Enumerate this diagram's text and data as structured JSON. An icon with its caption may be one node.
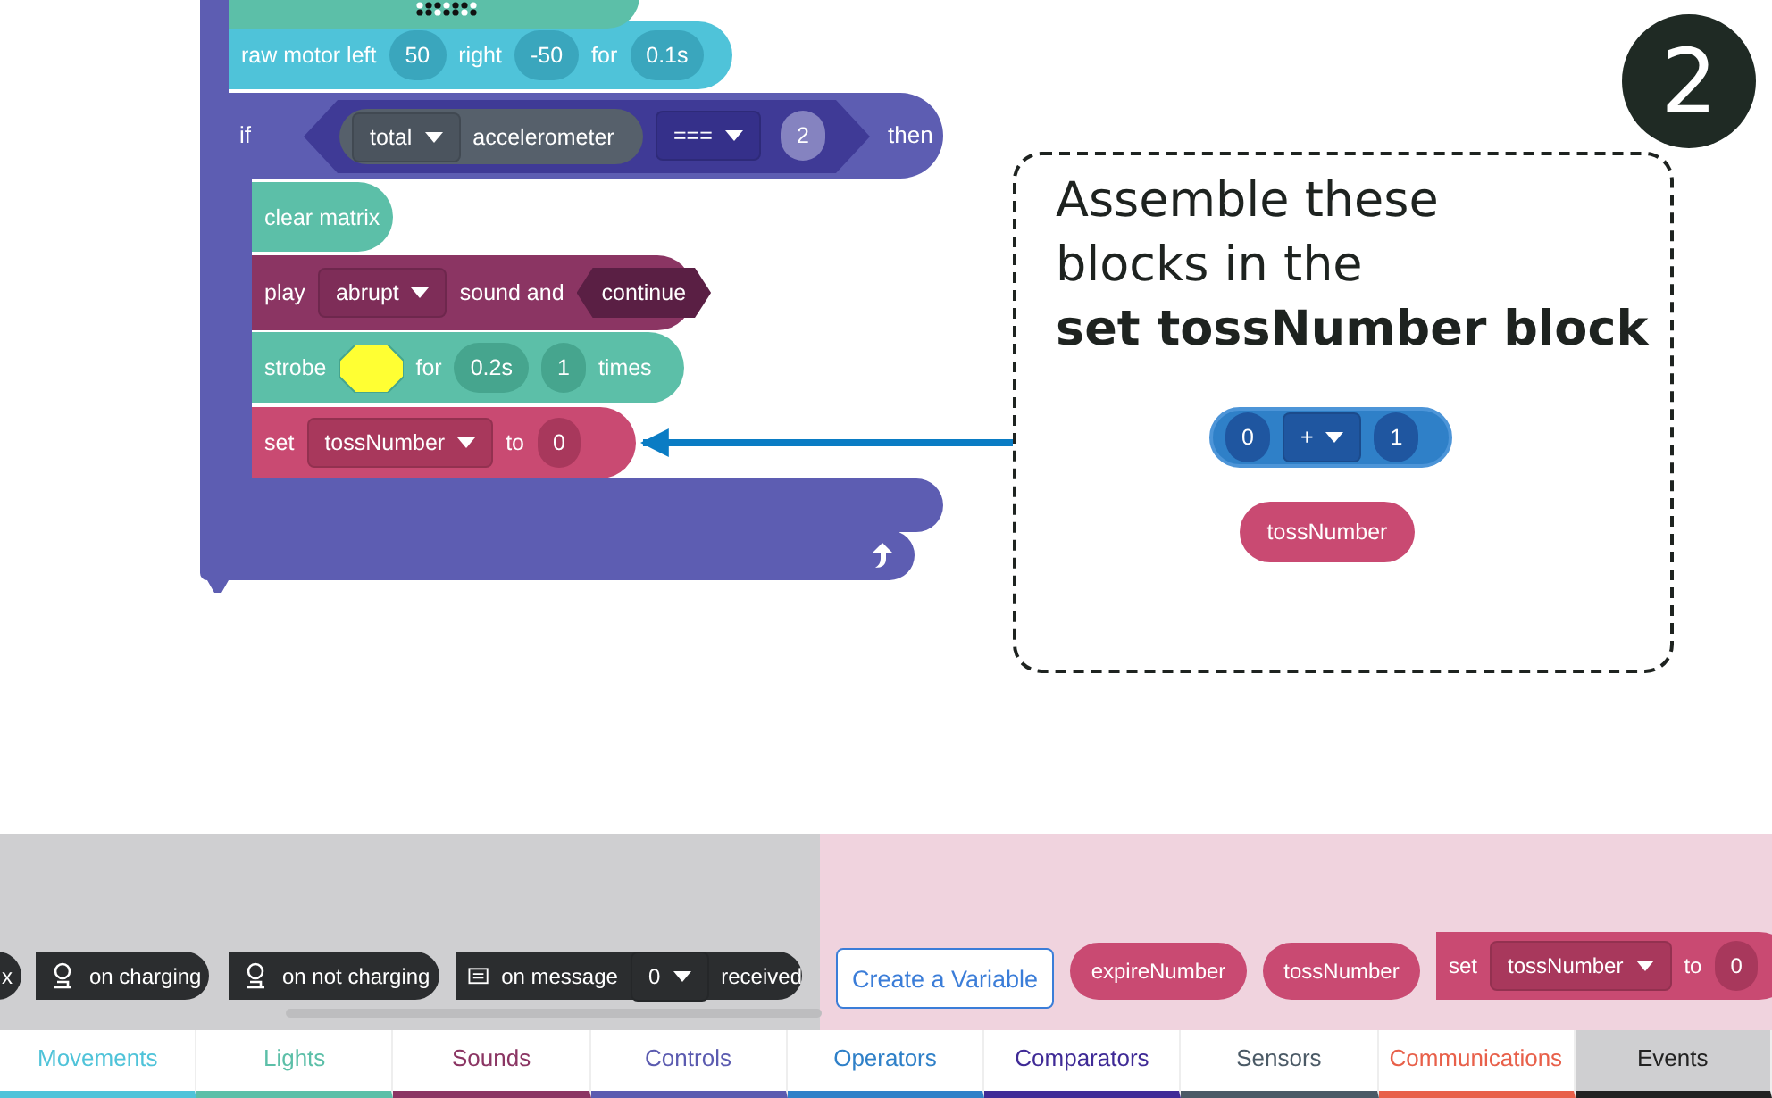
{
  "diagram": {
    "nodes": [
      {
        "text": [
          "raw motor left",
          "50",
          "right",
          "-50",
          "for",
          "0.1s"
        ]
      },
      {
        "text": [
          "if",
          "then"
        ]
      },
      {
        "text": [
          "===",
          "2"
        ],
        "in": 1
      },
      {
        "text": [
          "total",
          "accelerometer"
        ],
        "in": 2
      },
      {
        "text": [
          "clear matrix"
        ],
        "in": 1
      },
      {
        "text": [
          "play",
          "abrupt",
          "sound and",
          "continue"
        ],
        "in": 1
      },
      {
        "text": [
          "strobe",
          "for",
          "0.2s",
          "1",
          "times"
        ],
        "in": 1
      },
      {
        "text": [
          "set",
          "tossNumber",
          "to",
          "0"
        ],
        "in": 1
      },
      {
        "text": [
          "Assemble these blocks in the **set tossNumber block**"
        ]
      },
      {
        "text": [
          "0",
          "+",
          "1"
        ],
        "in": 8
      },
      {
        "text": [
          "tossNumber"
        ],
        "in": 8
      },
      {
        "text": [
          "2"
        ]
      },
      {
        "text": [
          "on charging"
        ]
      },
      {
        "text": [
          "on not charging"
        ]
      },
      {
        "text": [
          "on message",
          "0",
          "received"
        ]
      },
      {
        "text": [
          "Create a Variable"
        ]
      },
      {
        "text": [
          "expireNumber"
        ]
      },
      {
        "text": [
          "tossNumber"
        ]
      },
      {
        "text": [
          "set",
          "tossNumber",
          "to",
          "0"
        ]
      },
      {
        "text": [],
        "shape": "box"
      }
    ],
    "edges": [
      {
        "from": 8,
        "to": 7,
        "arrow": "to"
      }
    ],
    "labels": [
      "x",
      "Movements",
      "Lights",
      "Sounds",
      "Controls",
      "Operators",
      "Comparators",
      "Sensors",
      "Communications",
      "Events"
    ]
  }
}
